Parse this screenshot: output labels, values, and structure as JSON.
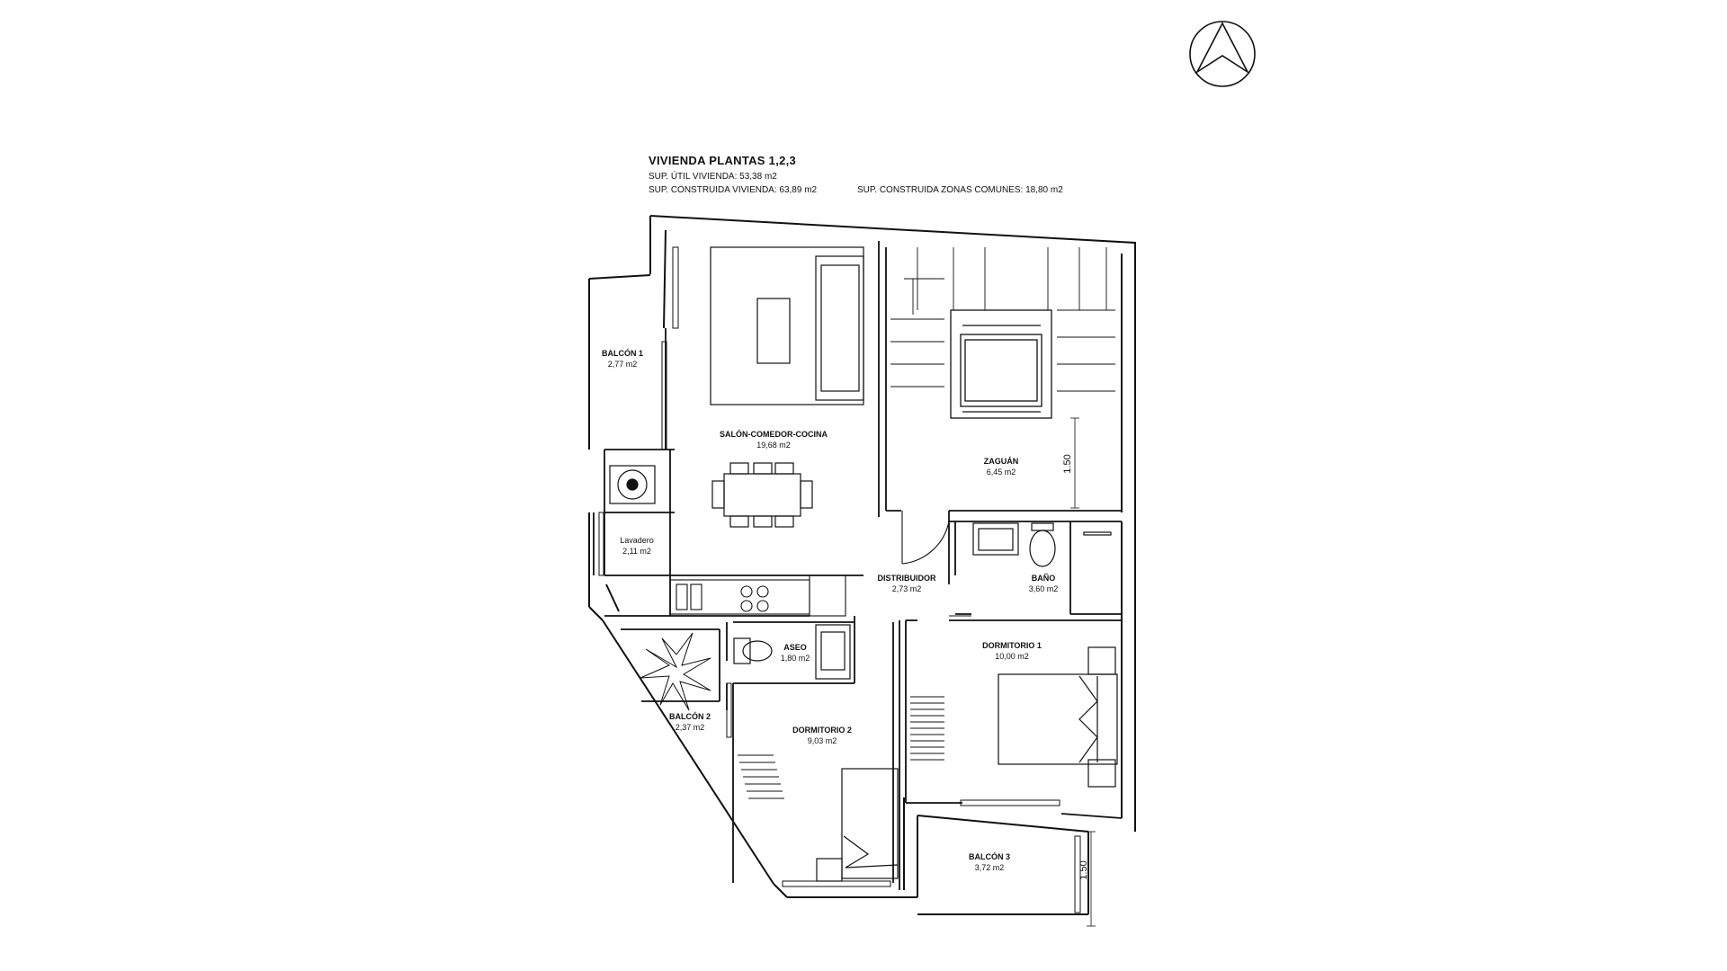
{
  "header": {
    "title": "VIVIENDA PLANTAS 1,2,3",
    "sup_util": "SUP. ÚTIL VIVIENDA: 53,38 m2",
    "sup_construida": "SUP. CONSTRUIDA VIVIENDA: 63,89 m2",
    "sup_zonas_comunes": "SUP. CONSTRUIDA ZONAS COMUNES: 18,80 m2"
  },
  "rooms": {
    "balcon1": {
      "name": "BALCÓN 1",
      "area": "2,77 m2"
    },
    "salon": {
      "name": "SALÓN-COMEDOR-COCINA",
      "area": "19,68 m2"
    },
    "zaguan": {
      "name": "ZAGUÁN",
      "area": "6,45 m2"
    },
    "lavadero": {
      "name": "Lavadero",
      "area": "2,11 m2"
    },
    "distribuidor": {
      "name": "DISTRIBUIDOR",
      "area": "2,73 m2"
    },
    "bano": {
      "name": "BAÑO",
      "area": "3,60 m2"
    },
    "aseo": {
      "name": "ASEO",
      "area": "1,80 m2"
    },
    "dormitorio1": {
      "name": "DORMITORIO 1",
      "area": "10,00 m2"
    },
    "balcon2": {
      "name": "BALCÓN 2",
      "area": "2,37 m2"
    },
    "dormitorio2": {
      "name": "DORMITORIO 2",
      "area": "9,03 m2"
    },
    "balcon3": {
      "name": "BALCÓN 3",
      "area": "3,72 m2"
    }
  },
  "dimensions": {
    "zaguan_width": "1.50",
    "balcon3_width": "1.50"
  },
  "north_arrow": {
    "icon": "north-arrow-icon"
  }
}
